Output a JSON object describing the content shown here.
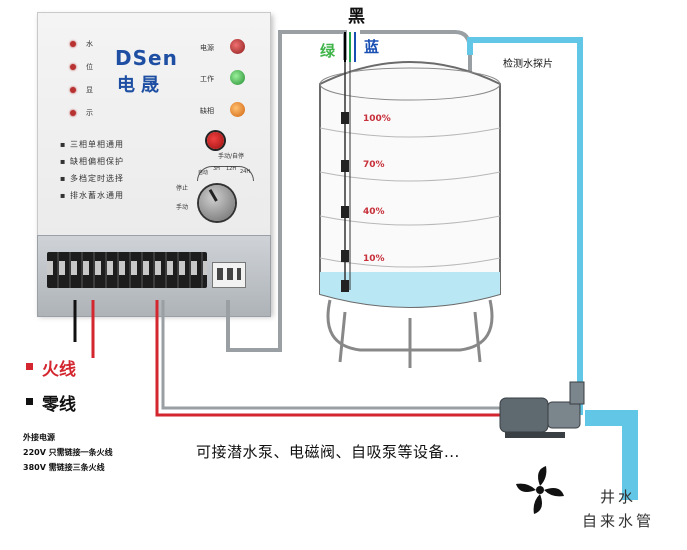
{
  "controller": {
    "brand": "DSen",
    "brand_cn": "电晟",
    "left_leds": [
      "水",
      "位",
      "显",
      "示"
    ],
    "power_label": "电源",
    "work_label": "工作",
    "phase_label": "缺相",
    "manual_auto": "手动/自停",
    "features": [
      "三相单相通用",
      "缺相偏相保护",
      "多档定时选择",
      "排水蓄水通用"
    ],
    "dial_marks": [
      "自动",
      "3H",
      "12H",
      "24H"
    ],
    "stop_label": "停止",
    "manual_label": "手动"
  },
  "tank": {
    "levels": [
      "100%",
      "70%",
      "40%",
      "10%"
    ],
    "water_color": "#b9e7f4"
  },
  "wires": {
    "black": "黑",
    "green": "绿",
    "blue": "蓝",
    "probe": "检测水探片",
    "live_wire": "火线",
    "neutral_wire": "零线"
  },
  "notes": {
    "title": "外接电源",
    "line1": "220V 只需链接一条火线",
    "line2": "380V 需链接三条火线"
  },
  "devices": "可接潜水泵、电磁阀、自吸泵等设备...",
  "water_source": {
    "line1": "井水",
    "line2": "自来水管"
  },
  "colors": {
    "brand": "#1e4fa3",
    "live": "#d3262e",
    "pipe": "#62c6e6",
    "wire": "#9a9fa4"
  }
}
